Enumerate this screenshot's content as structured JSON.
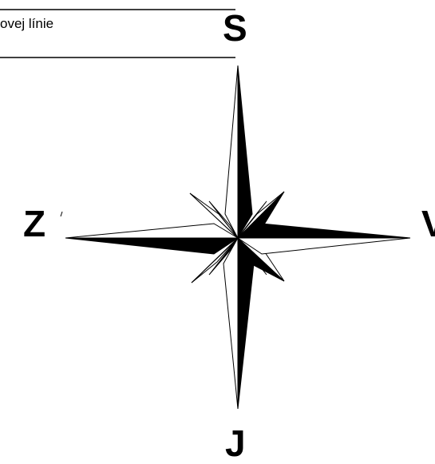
{
  "caption": "ovej línie",
  "directions": {
    "north": "S",
    "west": "Z",
    "east": "V",
    "south": "J"
  },
  "colors": {
    "ink": "#000000",
    "paper": "#ffffff"
  }
}
